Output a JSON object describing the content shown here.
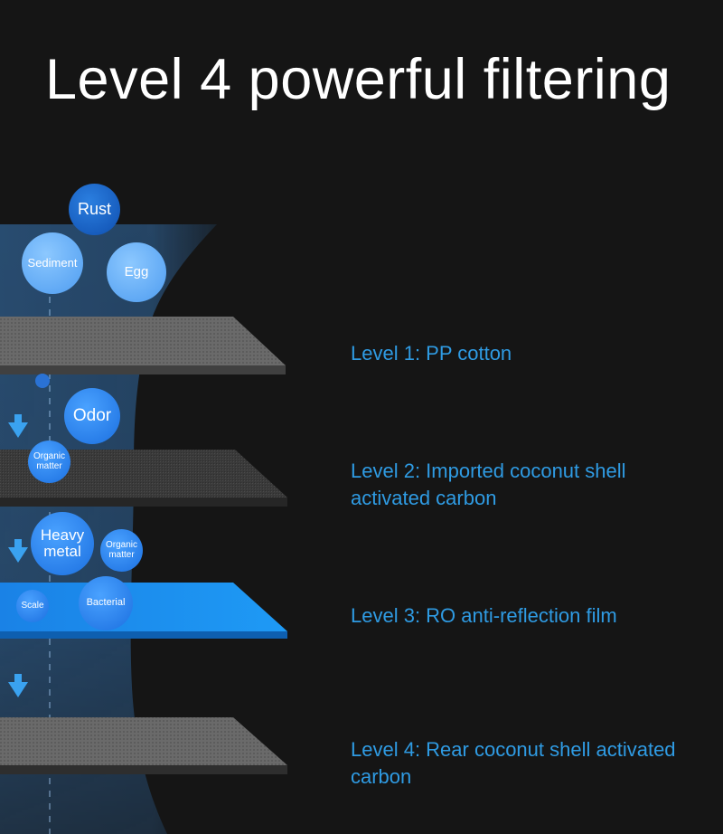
{
  "title": "Level 4 powerful filtering",
  "levels": [
    {
      "label": "Level 1: PP cotton"
    },
    {
      "label": "Level 2: Imported coconut shell activated carbon"
    },
    {
      "label": "Level 3: RO anti-reflection film"
    },
    {
      "label": "Level 4: Rear coconut shell activated carbon"
    }
  ],
  "contaminants": {
    "rust": "Rust",
    "sediment": "Sediment",
    "egg": "Egg",
    "odor": "Odor",
    "organic_matter_1": "Organic matter",
    "heavy_metal": "Heavy metal",
    "organic_matter_2": "Organic matter",
    "scale": "Scale",
    "bacterial": "Bacterial"
  },
  "colors": {
    "background": "#151515",
    "accent": "#2f9be3",
    "ro_film": "#1e8ff0",
    "layer_gray": "#6b6b6b",
    "carbon": "#3a3a3a"
  },
  "icons": [
    "down-arrow-icon",
    "down-arrow-icon",
    "down-arrow-icon"
  ]
}
